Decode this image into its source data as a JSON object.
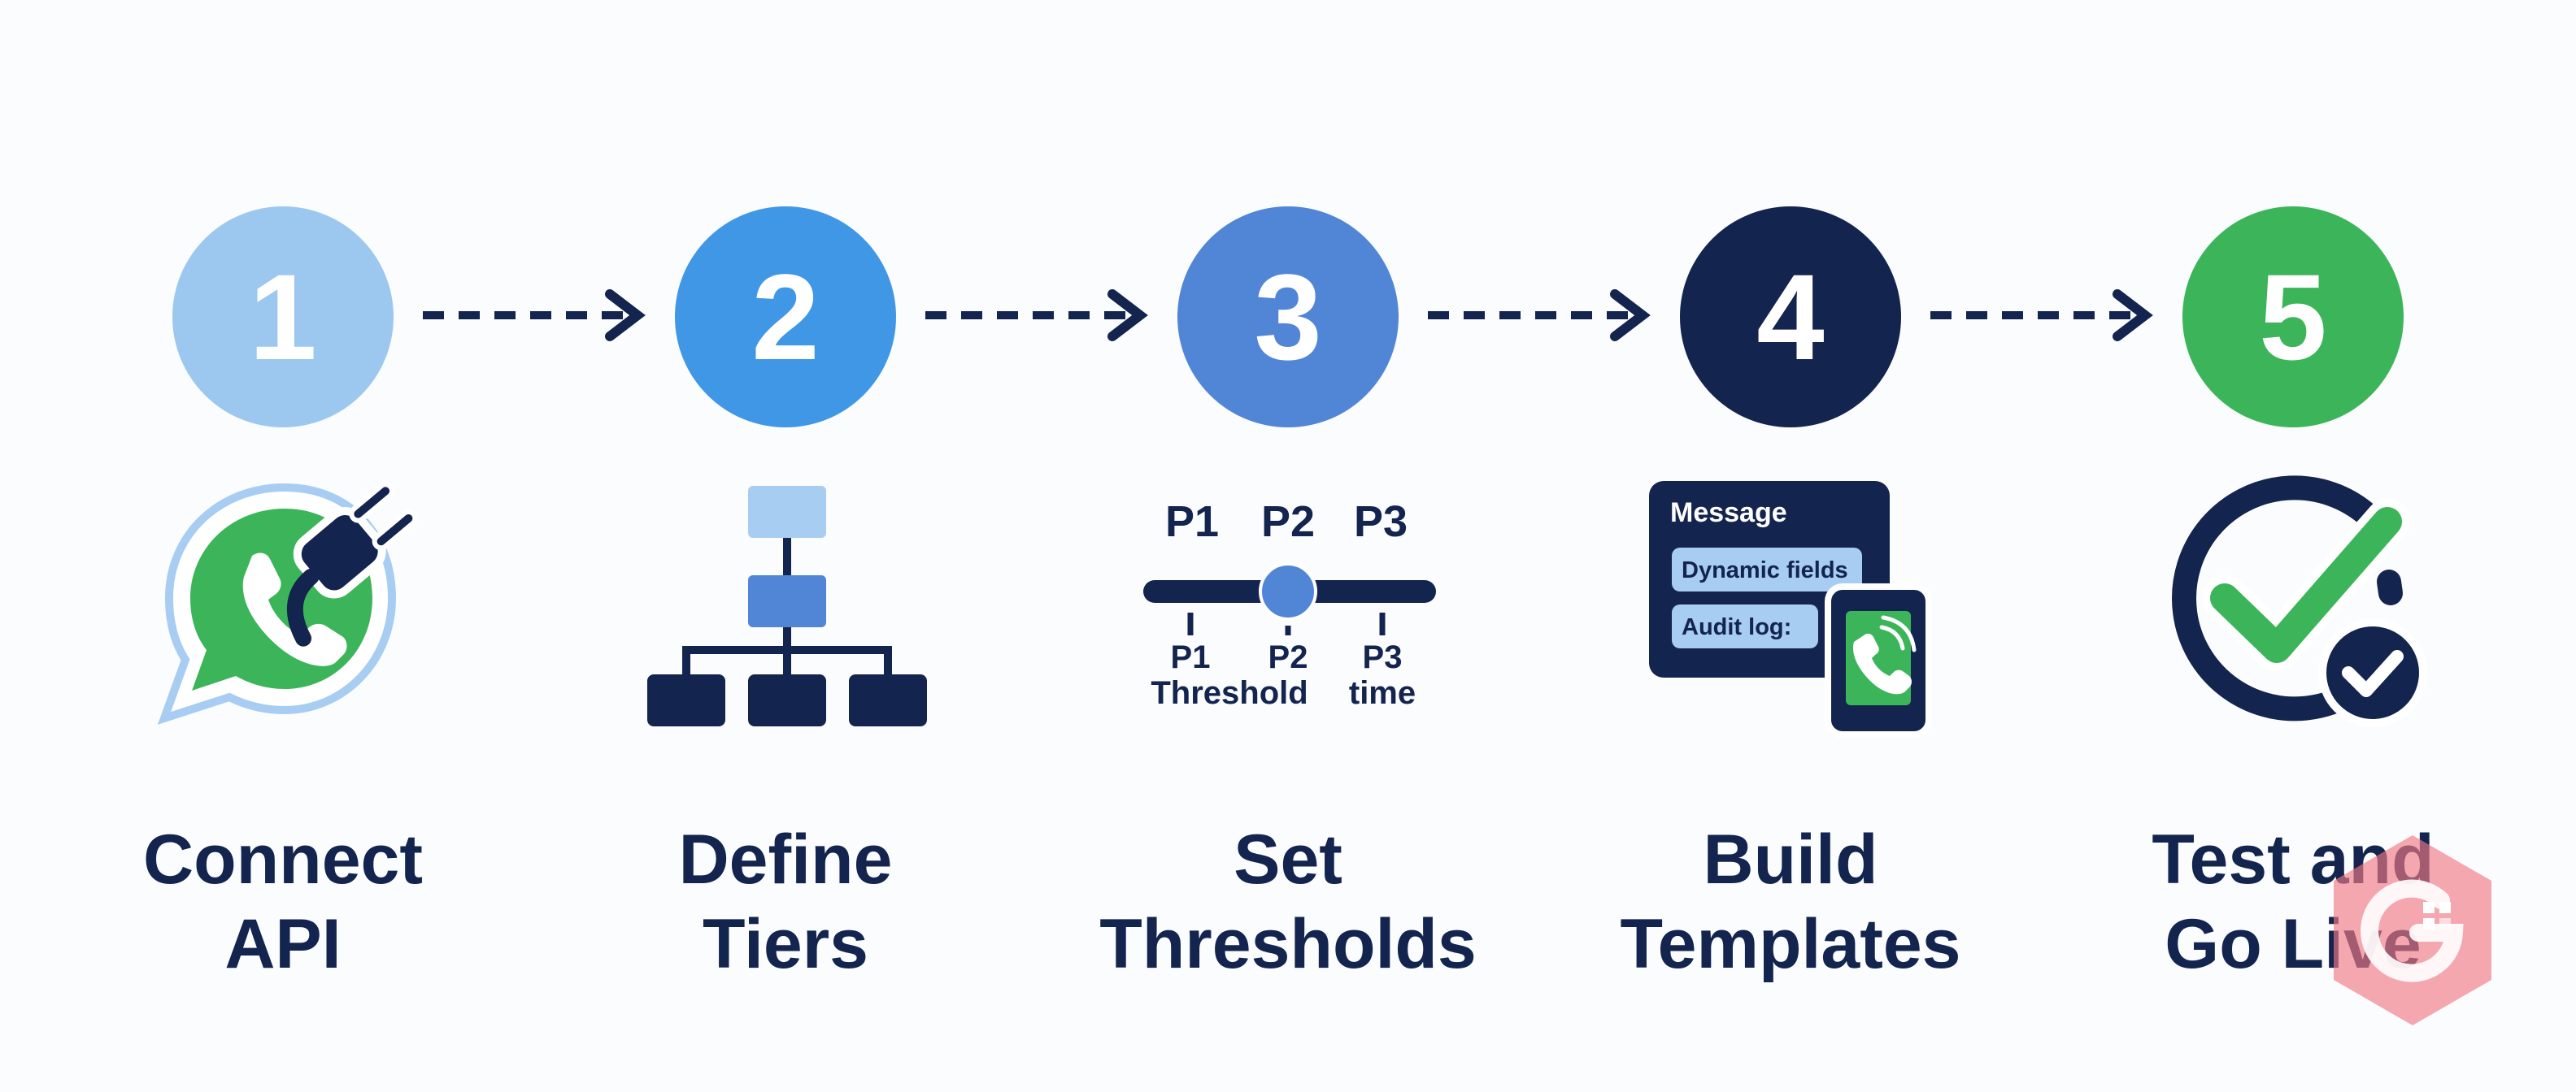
{
  "colors": {
    "navy": "#13244f",
    "step1": "#9cc8f0",
    "step2": "#3f97e6",
    "step3": "#5186d6",
    "step4": "#13244f",
    "step5": "#3cb55a",
    "whatsapp_green": "#3cb55a",
    "light_blue": "#a8cdf2"
  },
  "steps": [
    {
      "number": "1",
      "label_line1": "Connect",
      "label_line2": "API",
      "icon": "whatsapp-plug-icon"
    },
    {
      "number": "2",
      "label_line1": "Define",
      "label_line2": "Tiers",
      "icon": "hierarchy-tree-icon"
    },
    {
      "number": "3",
      "label_line1": "Set",
      "label_line2": "Thresholds",
      "icon": "threshold-slider-icon"
    },
    {
      "number": "4",
      "label_line1": "Build",
      "label_line2": "Templates",
      "icon": "message-template-phone-icon"
    },
    {
      "number": "5",
      "label_line1": "Test and",
      "label_line2": "Go Live",
      "icon": "check-circle-icon"
    }
  ],
  "threshold_icon": {
    "top_labels": [
      "P1",
      "P2",
      "P3"
    ],
    "bottom_labels": [
      "P1",
      "P2",
      "P3"
    ],
    "sub_labels": [
      "Threshold",
      "time"
    ]
  },
  "template_icon": {
    "title": "Message",
    "field1": "Dynamic fields",
    "field2": "Audit log:"
  }
}
